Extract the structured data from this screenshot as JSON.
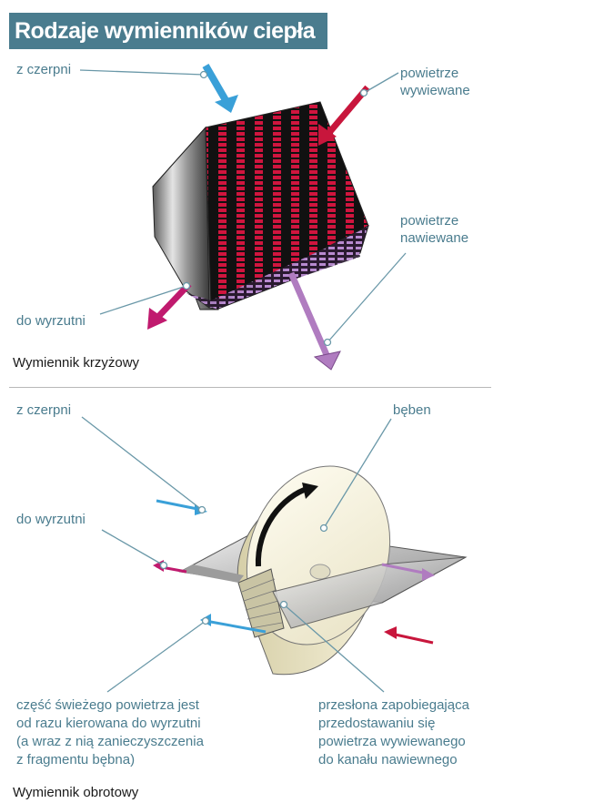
{
  "title": "Rodzaje wymienników ciepła",
  "cross_exchanger": {
    "caption": "Wymiennik krzyżowy",
    "label_intake": "z czerpni",
    "label_exhaust_air_line1": "powietrze",
    "label_exhaust_air_line2": "wywiewane",
    "label_supply_air_line1": "powietrze",
    "label_supply_air_line2": "nawiewane",
    "label_outlet": "do wyrzutni"
  },
  "rotary_exchanger": {
    "caption": "Wymiennik obrotowy",
    "label_intake": "z czerpni",
    "label_drum": "bęben",
    "label_outlet": "do wyrzutni",
    "note_left": [
      "część świeżego powietrza jest",
      "od razu kierowana do wyrzutni",
      "(a wraz z nią zanieczyszczenia",
      "z fragmentu bębna)"
    ],
    "note_right": [
      "przesłona zapobiegająca",
      "przedostawaniu się",
      "powietrza wywiewanego",
      "do kanału nawiewnego"
    ]
  },
  "colors": {
    "title_bg": "#4a7c8e",
    "label_text": "#4a7c8e",
    "intake_arrow": "#3aa0d8",
    "exhaust_arrow": "#c8163c",
    "supply_arrow": "#b07cc0",
    "outlet_arrow": "#c01a6e"
  }
}
